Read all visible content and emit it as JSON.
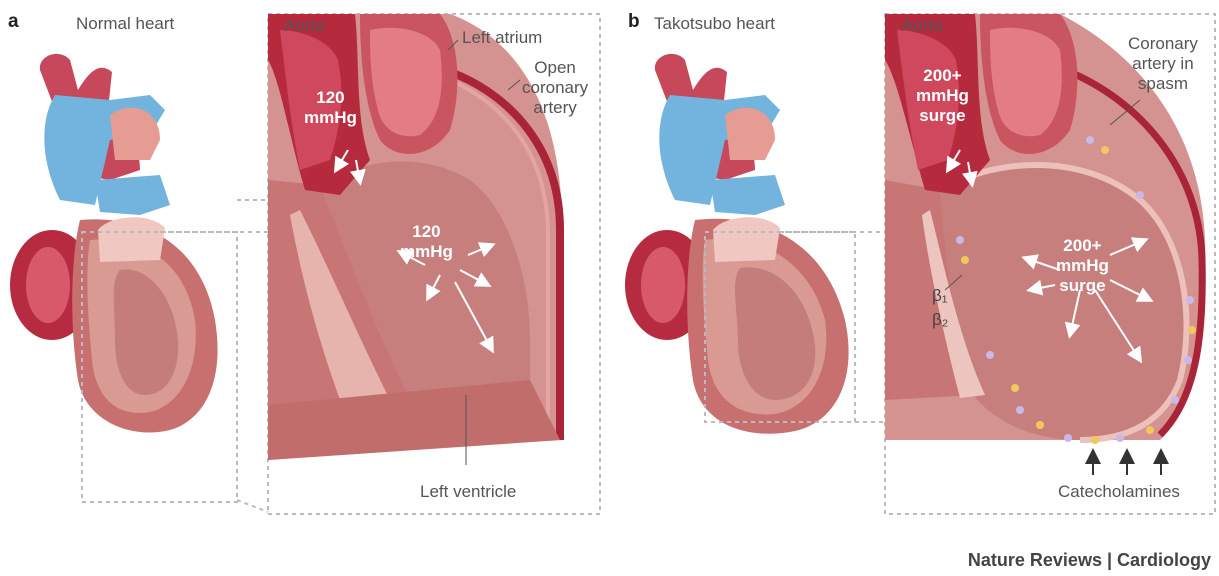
{
  "panel_a": {
    "letter": "a",
    "title": "Normal heart",
    "aorta": "Aorta",
    "left_atrium": "Left atrium",
    "open_coronary": "Open\ncoronary\nartery",
    "pressure_aorta": "120\nmmHg",
    "pressure_ventricle": "120\nmmHg",
    "left_ventricle": "Left ventricle"
  },
  "panel_b": {
    "letter": "b",
    "title": "Takotsubo heart",
    "aorta": "Aorta",
    "coronary_spasm": "Coronary\nartery in\nspasm",
    "pressure_aorta": "200+\nmmHg\nsurge",
    "pressure_ventricle": "200+\nmmHg\nsurge",
    "beta1": "β₁",
    "beta2": "β₂",
    "catecholamines": "Catecholamines"
  },
  "credit": "Nature Reviews | Cardiology",
  "colors": {
    "myocardium": "#c96f6f",
    "myocardium_light": "#e8b3ad",
    "cavity": "#c98583",
    "artery_red": "#b3283a",
    "vein_blue": "#6fb3df",
    "outline_dotted": "#bbbbbb"
  }
}
